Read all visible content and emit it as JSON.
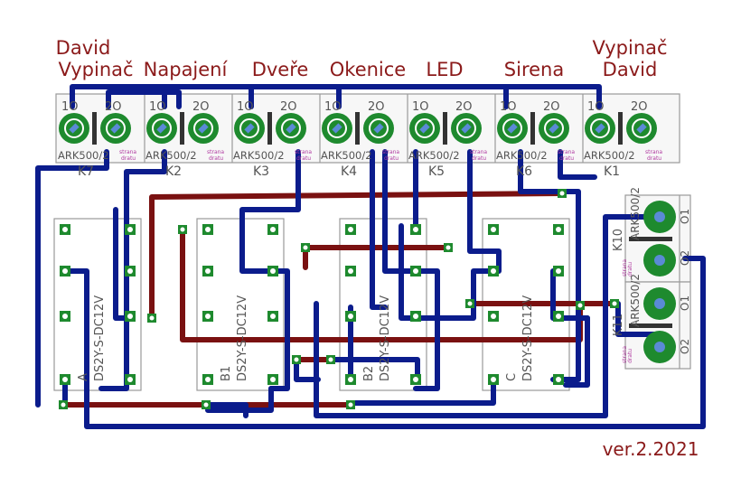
{
  "header_labels": [
    {
      "line1": "David",
      "line2": "Vypinač"
    },
    {
      "line1": "",
      "line2": "Napajení"
    },
    {
      "line1": "",
      "line2": "Dveře"
    },
    {
      "line1": "",
      "line2": "Okenice"
    },
    {
      "line1": "",
      "line2": "LED"
    },
    {
      "line1": "",
      "line2": "Sirena"
    },
    {
      "line1": "Vypinač",
      "line2": "David"
    }
  ],
  "terminals": [
    {
      "id": "K7",
      "part": "ARK500/2"
    },
    {
      "id": "K2",
      "part": "ARK500/2"
    },
    {
      "id": "K3",
      "part": "ARK500/2"
    },
    {
      "id": "K4",
      "part": "ARK500/2"
    },
    {
      "id": "K5",
      "part": "ARK500/2"
    },
    {
      "id": "K6",
      "part": "ARK500/2"
    },
    {
      "id": "K1",
      "part": "ARK500/2"
    }
  ],
  "terminal_pin_labels": {
    "pin1": "1O",
    "pin2": "2O",
    "side_a": "strana",
    "side_b": "dratu"
  },
  "side_terminals": [
    {
      "id": "K10",
      "part": "ARK500/2",
      "pin1": "O1",
      "pin2": "O2"
    },
    {
      "id": "K11",
      "part": "ARK500/2",
      "pin1": "O1",
      "pin2": "O2"
    }
  ],
  "relays": [
    {
      "id": "A",
      "part": "DS2Y-S-DC12V"
    },
    {
      "id": "B1",
      "part": "DS2Y-S-DC12V"
    },
    {
      "id": "B2",
      "part": "DS2Y-S-DC12V"
    },
    {
      "id": "C",
      "part": "DS2Y-S-DC12V"
    }
  ],
  "version": "ver.2.2021",
  "colors": {
    "trace_top": "#0b1c8c",
    "trace_bottom": "#7a1111",
    "pad": "#1e8a2e",
    "label": "#8b1a1a"
  }
}
